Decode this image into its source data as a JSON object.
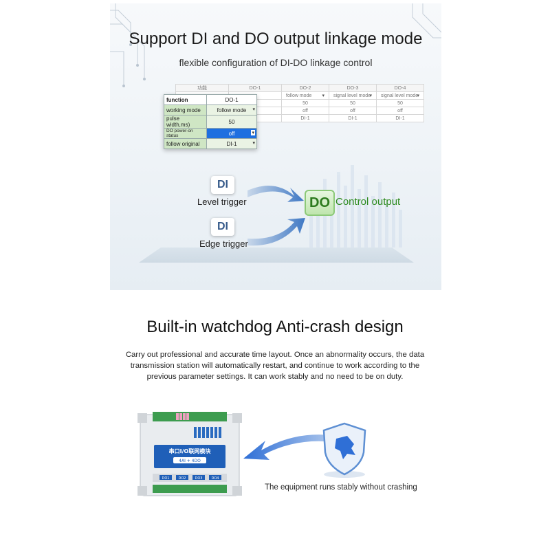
{
  "panel": {
    "title": "Support DI and DO output linkage mode",
    "subtitle": "flexible configuration of DI-DO linkage control"
  },
  "background_table": {
    "header": [
      "功能",
      "DO-1",
      "DO-2",
      "DO-3",
      "DO-4"
    ],
    "row_mode": [
      "follow mode",
      "signal level mode",
      "signal level mode"
    ],
    "row_pulse": [
      "50",
      "50",
      "50"
    ],
    "row_power": [
      "off",
      "off",
      "off"
    ],
    "row_follow": [
      "DI-1",
      "DI-1",
      "DI-1"
    ]
  },
  "config_table": {
    "header_label": "function",
    "header_value": "DO-1",
    "rows": [
      {
        "label": "working mode",
        "value": "follow mode"
      },
      {
        "label": "pulse width,ms)",
        "value": "50"
      },
      {
        "label": "DO power-on status",
        "value": "off"
      },
      {
        "label": "follow original",
        "value": "DI-1"
      }
    ]
  },
  "diagram": {
    "di_level_chip": "DI",
    "di_level_label": "Level trigger",
    "di_edge_chip": "DI",
    "di_edge_label": "Edge trigger",
    "do_chip": "DO",
    "do_label": "Control output"
  },
  "watchdog": {
    "title": "Built-in watchdog  Anti-crash design",
    "paragraph": "Carry out professional and accurate time layout. Once an abnormality occurs, the data transmission station will automatically restart, and continue to work according to the previous parameter settings. It can work stably and no need to be on duty.",
    "caption": "The equipment runs stably without crashing"
  },
  "device": {
    "name": "串口I/O联网模块",
    "model": "4AI + 4DO",
    "outputs": [
      "DO1",
      "DO2",
      "DO3",
      "DO4"
    ]
  },
  "colors": {
    "accent_blue": "#2f6fd6",
    "do_green": "#2d8a1e",
    "shield_blue": "#4a7fc8"
  }
}
